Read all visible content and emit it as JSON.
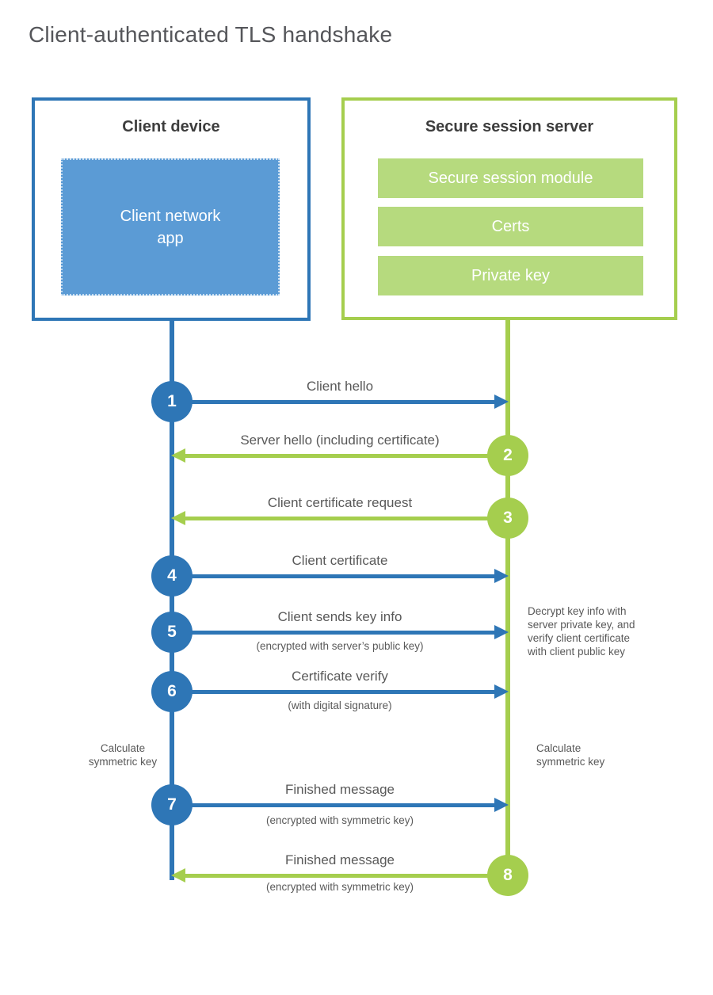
{
  "title": "Client-authenticated TLS handshake",
  "client": {
    "title": "Client device",
    "app_lines": [
      "Client network",
      "app"
    ]
  },
  "server": {
    "title": "Secure session server",
    "modules": [
      "Secure session module",
      "Certs",
      "Private key"
    ]
  },
  "steps": [
    {
      "number": "1",
      "label": "Client hello",
      "sublabel": "",
      "from": "client",
      "to": "server"
    },
    {
      "number": "2",
      "label": "Server hello (including certificate)",
      "sublabel": "",
      "from": "server",
      "to": "client"
    },
    {
      "number": "3",
      "label": "Client certificate request",
      "sublabel": "",
      "from": "server",
      "to": "client"
    },
    {
      "number": "4",
      "label": "Client certificate",
      "sublabel": "",
      "from": "client",
      "to": "server"
    },
    {
      "number": "5",
      "label": "Client sends key info",
      "sublabel": "(encrypted with server’s public key)",
      "from": "client",
      "to": "server"
    },
    {
      "number": "6",
      "label": "Certificate verify",
      "sublabel": "(with digital signature)",
      "from": "client",
      "to": "server"
    },
    {
      "number": "7",
      "label": "Finished message",
      "sublabel": "(encrypted with symmetric key)",
      "from": "client",
      "to": "server"
    },
    {
      "number": "8",
      "label": "Finished message",
      "sublabel": "(encrypted with symmetric key)",
      "from": "server",
      "to": "client"
    }
  ],
  "notes": {
    "decrypt": [
      "Decrypt key info with",
      "server private key, and",
      "verify client certificate",
      "with client public key"
    ],
    "calc_client": [
      "Calculate",
      "symmetric key"
    ],
    "calc_server": [
      "Calculate",
      "symmetric key"
    ]
  },
  "colors": {
    "client_blue": "#2e76b6",
    "client_fill_blue": "#5b9bd5",
    "server_green": "#a5ce4e",
    "server_fill_green": "#b6da7e",
    "label_gray": "#595959"
  }
}
